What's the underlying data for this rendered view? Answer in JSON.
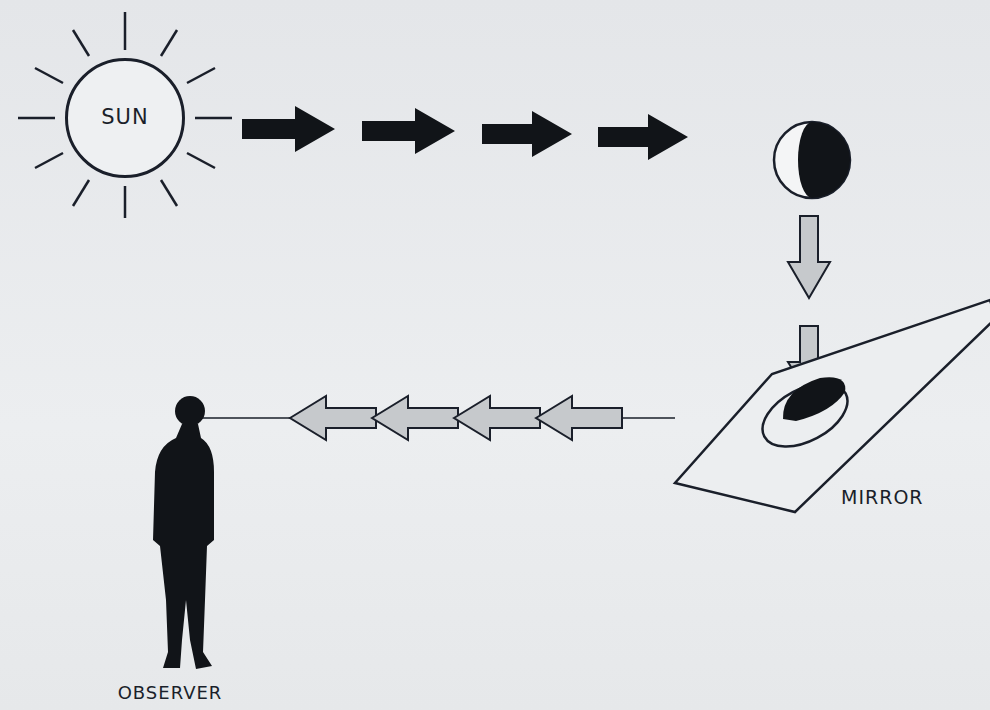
{
  "diagram": {
    "nodes": [
      {
        "text": [
          "SUN"
        ]
      },
      {
        "text": [
          "MIRROR"
        ]
      },
      {
        "text": [
          "OBSERVER"
        ]
      }
    ],
    "edges": [
      {
        "from": 1,
        "to": 2,
        "arrow": "to"
      }
    ]
  }
}
